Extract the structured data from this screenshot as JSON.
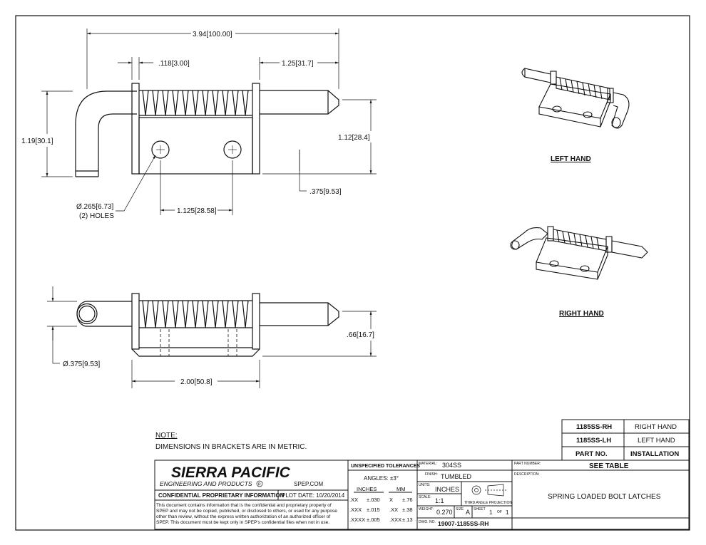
{
  "dims": {
    "overall_length": "3.94[100.00]",
    "plate_thk": ".118[3.00]",
    "pin_ext": "1.25[31.7]",
    "handle_h": "1.19[30.1]",
    "bracket_h": "1.12[28.4]",
    "hole_dia_a": "Ø.265[6.73]",
    "hole_dia_b": "(2) HOLES",
    "hole_offset": ".375[9.53]",
    "hole_spacing": "1.125[28.58]",
    "side_h": ".66[16.7]",
    "pin_dia": "Ø.375[9.53]",
    "base_len": "2.00[50.8]"
  },
  "iso": {
    "left_label": "LEFT HAND",
    "right_label": "RIGHT HAND"
  },
  "note": {
    "title": "NOTE:",
    "text": "DIMENSIONS IN BRACKETS ARE IN METRIC."
  },
  "part_table": {
    "rows": [
      {
        "part": "1185SS-RH",
        "install": "RIGHT HAND"
      },
      {
        "part": "1185SS-LH",
        "install": "LEFT HAND"
      }
    ],
    "hdr_part": "PART NO.",
    "hdr_install": "INSTALLATION"
  },
  "title_block": {
    "company": "SIERRA PACIFIC",
    "subtitle": "ENGINEERING AND PRODUCTS",
    "reg": "R",
    "website": "SPEP.COM",
    "confidential_hdr": "CONFIDENTIAL PROPRIETARY INFORMATION",
    "plot_date": "PLOT DATE: 10/20/2014",
    "confidential_text": [
      "This document contains information that is the confidential and proprietary property of",
      "SPEP and may not be copied, published, or disclosed to others, or used for any purpose",
      "other than review, without the express written authorization of an authorized officer of",
      "SPEP. This document must be kept only in SPEP's confidential files when not in use."
    ],
    "tol_hdr": "UNSPECIFIED TOLERANCES",
    "angles": "ANGLES: ±3°",
    "inches_hdr": "INCHES",
    "mm_hdr": "MM",
    "tol_rows": [
      {
        "ic": ".XX",
        "iv": "±.030",
        "mc": "X",
        "mv": "±.76"
      },
      {
        "ic": ".XXX",
        "iv": "±.015",
        "mc": ".XX",
        "mv": "±.38"
      },
      {
        "ic": ".XXXX",
        "iv": "±.005",
        "mc": ".XXX",
        "mv": "±.13"
      }
    ],
    "material_lbl": "MATERIAL:",
    "material": "304SS",
    "finish_lbl": "FINISH:",
    "finish": "TUMBLED",
    "units_lbl": "UNITS:",
    "units": "INCHES",
    "projection": "THIRD ANGLE PROJECTION",
    "scale_lbl": "SCALE:",
    "scale": "1:1",
    "weight_lbl": "WEIGHT:",
    "weight": "0.270",
    "size_lbl": "SIZE",
    "size": "A",
    "sheet_lbl": "SHEET",
    "sheet": "1",
    "of_lbl": "OF",
    "of": "1",
    "dwg_lbl": "DWG. NO.",
    "dwg": "19007-1185SS-RH",
    "partnum_lbl": "PART NUMBER:",
    "partnum": "SEE TABLE",
    "desc_lbl": "DESCRIPTION:",
    "desc": "SPRING LOADED BOLT LATCHES"
  }
}
